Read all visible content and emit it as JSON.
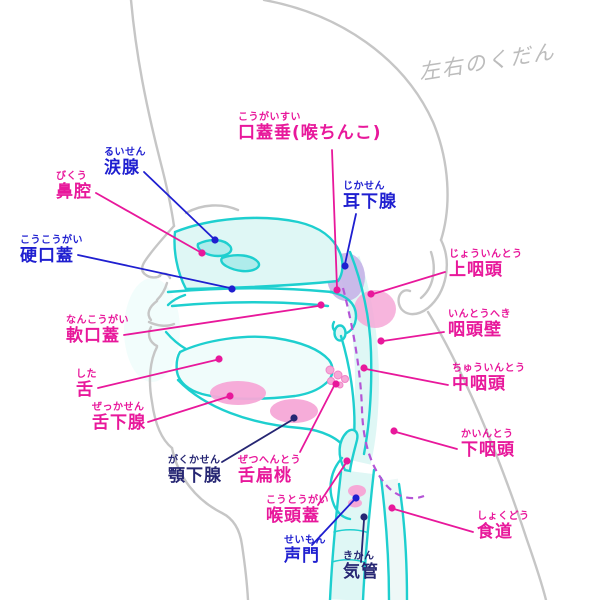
{
  "diagram": {
    "signature": "左右のくだん",
    "colors": {
      "magenta": "#e8189b",
      "blue": "#1f1fd0",
      "navy": "#262673",
      "cyan": "#1ecfcf",
      "light_cyan": "#dff7f5",
      "pink": "#f6a8d7",
      "lavender": "#c7b2e8",
      "outline_gray": "#c6c6c6",
      "dashed_purple": "#b455d6"
    },
    "labels": [
      {
        "id": "uvula",
        "furigana": "こうがいすい",
        "text": "口蓋垂(喉ちんこ)",
        "color": "magenta"
      },
      {
        "id": "lacrimal-gland",
        "furigana": "るいせん",
        "text": "涙腺",
        "color": "blue"
      },
      {
        "id": "parotid-gland",
        "furigana": "じかせん",
        "text": "耳下腺",
        "color": "blue"
      },
      {
        "id": "nasal-cavity",
        "furigana": "びくう",
        "text": "鼻腔",
        "color": "magenta"
      },
      {
        "id": "hard-palate",
        "furigana": "こうこうがい",
        "text": "硬口蓋",
        "color": "blue"
      },
      {
        "id": "epipharynx",
        "furigana": "じょういんとう",
        "text": "上咽頭",
        "color": "magenta"
      },
      {
        "id": "pharyngeal-wall",
        "furigana": "いんとうへき",
        "text": "咽頭壁",
        "color": "magenta"
      },
      {
        "id": "soft-palate",
        "furigana": "なんこうがい",
        "text": "軟口蓋",
        "color": "magenta"
      },
      {
        "id": "mesopharynx",
        "furigana": "ちゅういんとう",
        "text": "中咽頭",
        "color": "magenta"
      },
      {
        "id": "tongue",
        "furigana": "した",
        "text": "舌",
        "color": "magenta"
      },
      {
        "id": "sublingual-gland",
        "furigana": "ぜっかせん",
        "text": "舌下腺",
        "color": "magenta"
      },
      {
        "id": "hypopharynx",
        "furigana": "かいんとう",
        "text": "下咽頭",
        "color": "magenta"
      },
      {
        "id": "submandibular-gland",
        "furigana": "がくかせん",
        "text": "顎下腺",
        "color": "navy"
      },
      {
        "id": "lingual-tonsil",
        "furigana": "ぜつへんとう",
        "text": "舌扁桃",
        "color": "magenta"
      },
      {
        "id": "epiglottis",
        "furigana": "こうとうがい",
        "text": "喉頭蓋",
        "color": "magenta"
      },
      {
        "id": "esophagus",
        "furigana": "しょくどう",
        "text": "食道",
        "color": "magenta"
      },
      {
        "id": "glottis",
        "furigana": "せいもん",
        "text": "声門",
        "color": "blue"
      },
      {
        "id": "trachea",
        "furigana": "きかん",
        "text": "気管",
        "color": "navy"
      }
    ]
  }
}
